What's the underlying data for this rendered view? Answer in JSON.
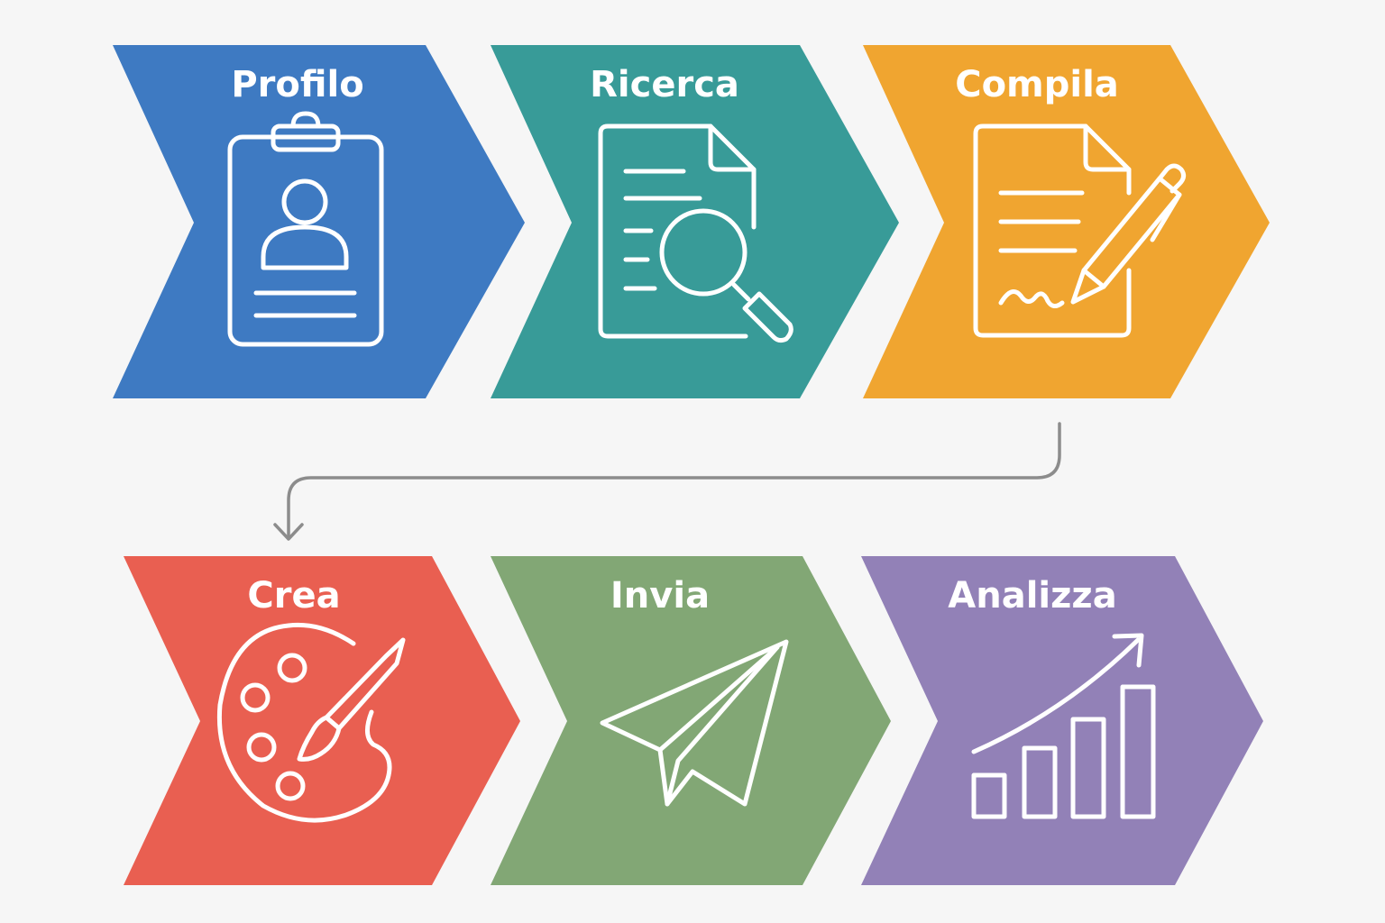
{
  "steps": [
    {
      "id": "profilo",
      "label": "Profilo",
      "color": "#3e7ac2",
      "icon": "clipboard-user-icon"
    },
    {
      "id": "ricerca",
      "label": "Ricerca",
      "color": "#389b98",
      "icon": "document-search-icon"
    },
    {
      "id": "compila",
      "label": "Compila",
      "color": "#f0a530",
      "icon": "document-pen-icon"
    },
    {
      "id": "crea",
      "label": "Crea",
      "color": "#e95f51",
      "icon": "palette-brush-icon"
    },
    {
      "id": "invia",
      "label": "Invia",
      "color": "#82a775",
      "icon": "paper-plane-icon"
    },
    {
      "id": "analizza",
      "label": "Analizza",
      "color": "#9281b7",
      "icon": "growth-chart-icon"
    }
  ],
  "connector": {
    "color": "#8c8c8c",
    "icon": "connector-arrow-icon"
  },
  "background": "#f6f6f6"
}
